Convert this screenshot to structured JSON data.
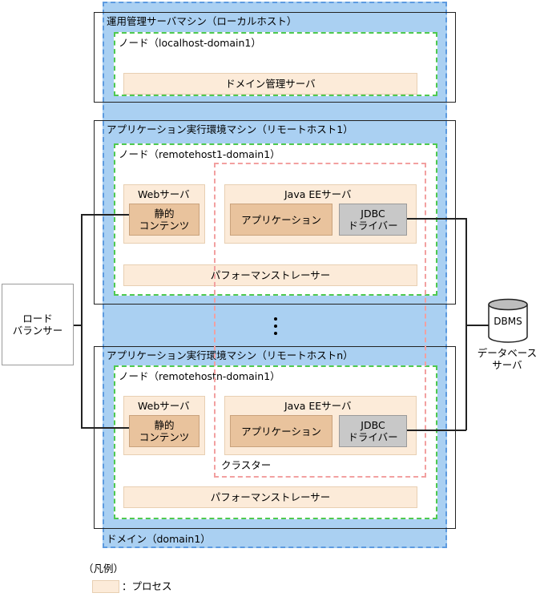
{
  "domain": {
    "label": "ドメイン（domain1）"
  },
  "admin_machine": {
    "title": "運用管理サーバマシン（ローカルホスト）",
    "node_label": "ノード（localhost-domain1）",
    "das_label": "ドメイン管理サーバ"
  },
  "app_machine_1": {
    "title": "アプリケーション実行環境マシン（リモートホスト1）",
    "node_label": "ノード（remotehost1-domain1）",
    "web_server": "Webサーバ",
    "static_content": "静的\nコンテンツ",
    "javaee_server": "Java EEサーバ",
    "application": "アプリケーション",
    "jdbc_driver": "JDBC\nドライバー",
    "performance_tracer": "パフォーマンストレーサー"
  },
  "app_machine_n": {
    "title": "アプリケーション実行環境マシン（リモートホストn）",
    "node_label": "ノード（remotehostn-domain1）",
    "web_server": "Webサーバ",
    "static_content": "静的\nコンテンツ",
    "javaee_server": "Java EEサーバ",
    "application": "アプリケーション",
    "jdbc_driver": "JDBC\nドライバー",
    "performance_tracer": "パフォーマンストレーサー"
  },
  "cluster": {
    "label": "クラスター"
  },
  "load_balancer": {
    "label": "ロード\nバランサー"
  },
  "dbms": {
    "cylinder_label": "DBMS",
    "caption": "データベース\nサーバ"
  },
  "legend": {
    "title": "（凡例）",
    "process_label": "：プロセス"
  }
}
